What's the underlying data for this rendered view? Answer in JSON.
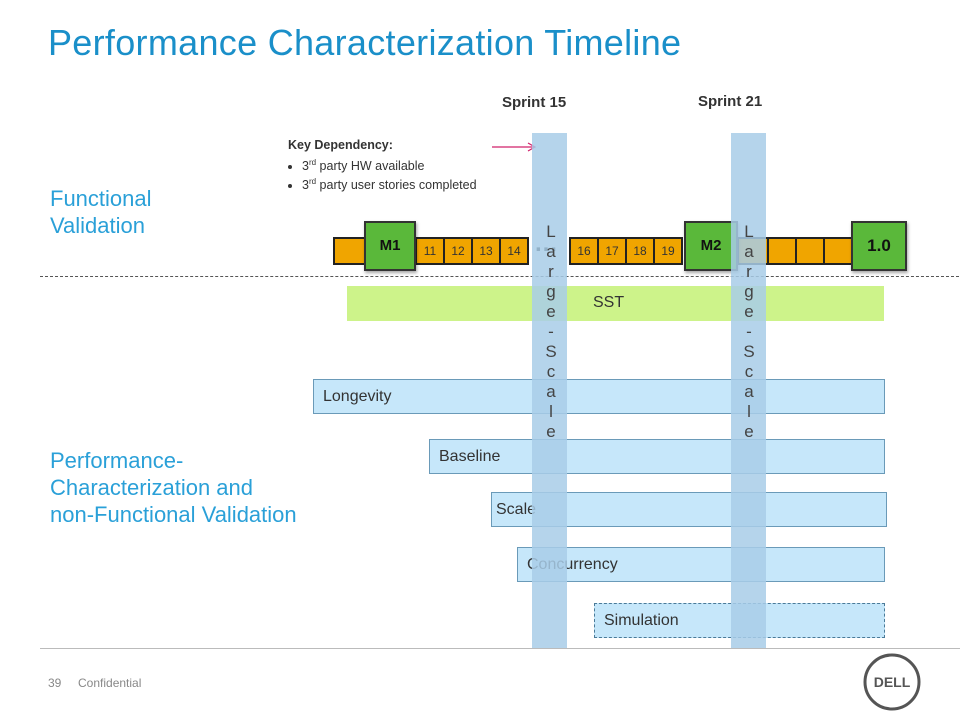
{
  "title": "Performance Characterization Timeline",
  "sprints": [
    {
      "label": "Sprint 15"
    },
    {
      "label": "Sprint 21"
    }
  ],
  "key_dependency": {
    "heading": "Key Dependency:",
    "items": [
      {
        "num": "3",
        "sup": "rd",
        "text": " party HW available"
      },
      {
        "num": "3",
        "sup": "rd",
        "text": " party user stories completed"
      }
    ]
  },
  "sections": {
    "functional": [
      "Functional",
      "Validation"
    ],
    "performance": [
      "Performance-",
      "Characterization and",
      "non-Functional Validation"
    ]
  },
  "timeline": {
    "milestones": {
      "m1": "M1",
      "m2": "M2",
      "release": "1.0"
    },
    "sprint_cells_a": [
      "11",
      "12",
      "13",
      "14"
    ],
    "ellipsis": "…",
    "sprint_cells_b": [
      "16",
      "17",
      "18",
      "19"
    ]
  },
  "band_label": "Large-Scale",
  "tracks": {
    "sst": "SST",
    "longevity": "Longevity",
    "baseline": "Baseline",
    "scale": "Scale",
    "concurrency": "Concurrency",
    "simulation": "Simulation"
  },
  "footer": {
    "page": "39",
    "label": "Confidential",
    "logo": "DELL"
  },
  "colors": {
    "title": "#1a8fc9",
    "milestone": "#5ab83a",
    "sprint_cell": "#f0a500",
    "sst": "#cdf38a",
    "track": "#c6e7fa",
    "band": "#a8cde8",
    "arrow": "#d0206a"
  }
}
